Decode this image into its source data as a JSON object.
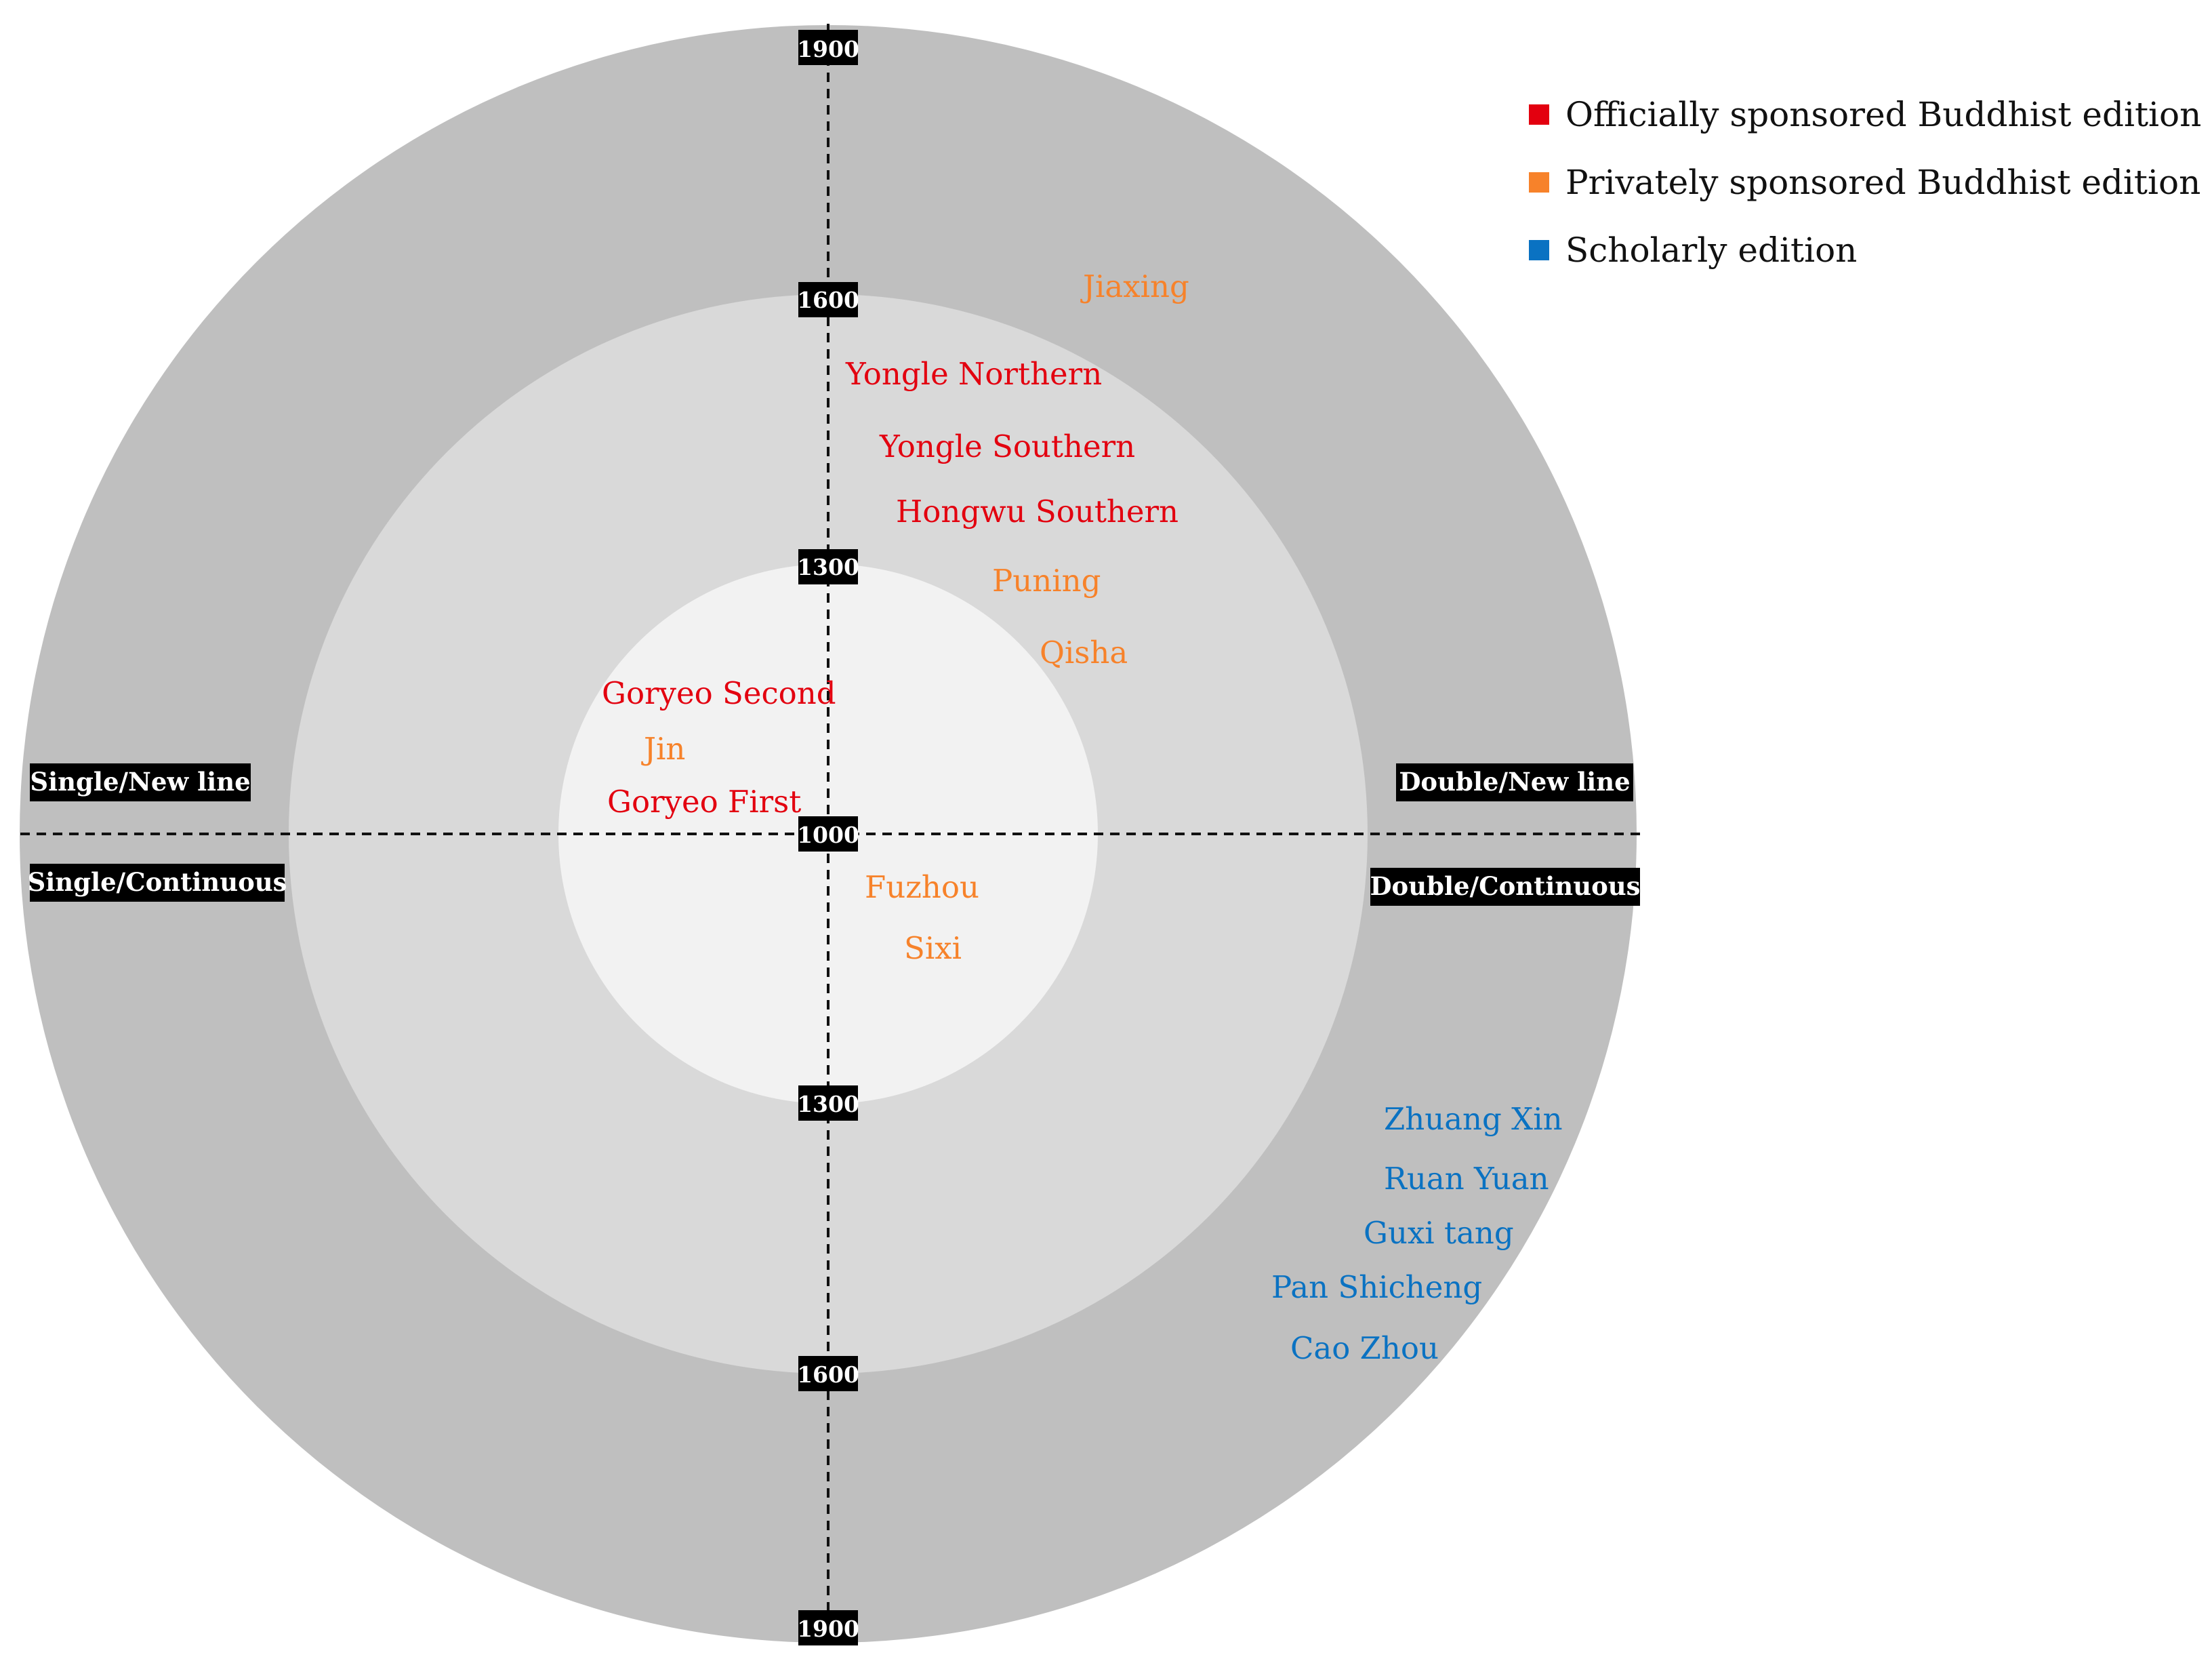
{
  "colors": {
    "official": "#e3000f",
    "private": "#f7822a",
    "scholarly": "#0a72c2",
    "ring_outer": "#bfbfbf",
    "ring_middle": "#d9d9d9",
    "ring_inner": "#f2f2f2",
    "tag_background": "#000000"
  },
  "legend": [
    {
      "label": "Officially sponsored Buddhist edition",
      "color": "#e3000f"
    },
    {
      "label": "Privately sponsored Buddhist edition",
      "color": "#f7822a"
    },
    {
      "label": "Scholarly edition",
      "color": "#0a72c2"
    }
  ],
  "axis_ticks": {
    "top_outer": "1900",
    "top_middle": "1600",
    "top_inner": "1300",
    "center": "1000",
    "bottom_inner": "1300",
    "bottom_middle": "1600",
    "bottom_outer": "1900"
  },
  "quadrants": {
    "upper_left": "Single/New line",
    "lower_left": "Single/Continuous",
    "upper_right": "Double/New line",
    "lower_right": "Double/Continuous"
  },
  "editions": {
    "jiaxing": {
      "label": "Jiaxing",
      "category": "private"
    },
    "yongle_northern": {
      "label": "Yongle Northern",
      "category": "official"
    },
    "yongle_southern": {
      "label": "Yongle Southern",
      "category": "official"
    },
    "hongwu_southern": {
      "label": "Hongwu Southern",
      "category": "official"
    },
    "puning": {
      "label": "Puning",
      "category": "private"
    },
    "qisha": {
      "label": "Qisha",
      "category": "private"
    },
    "goryeo_second": {
      "label": "Goryeo Second",
      "category": "official"
    },
    "jin": {
      "label": "Jin",
      "category": "private"
    },
    "goryeo_first": {
      "label": "Goryeo First",
      "category": "official"
    },
    "fuzhou": {
      "label": "Fuzhou",
      "category": "private"
    },
    "sixi": {
      "label": "Sixi",
      "category": "private"
    },
    "zhuang_xin": {
      "label": "Zhuang Xin",
      "category": "scholarly"
    },
    "ruan_yuan": {
      "label": "Ruan Yuan",
      "category": "scholarly"
    },
    "guxi_tang": {
      "label": "Guxi tang",
      "category": "scholarly"
    },
    "pan_shicheng": {
      "label": "Pan Shicheng",
      "category": "scholarly"
    },
    "cao_zhou": {
      "label": "Cao Zhou",
      "category": "scholarly"
    }
  }
}
